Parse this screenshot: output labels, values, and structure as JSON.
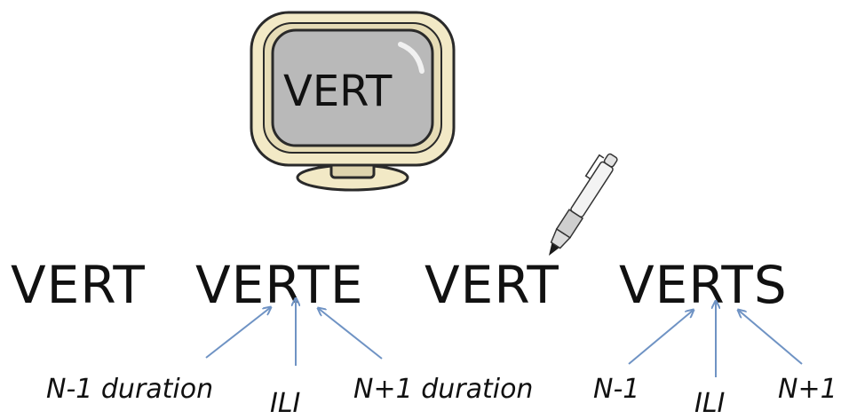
{
  "monitor": {
    "screen_text": "VERT",
    "colors": {
      "frame": "#f2e9c6",
      "screen": "#b9b9b9",
      "outline": "#2a2a2a"
    }
  },
  "pen": {
    "icon": "pen-icon"
  },
  "words": [
    {
      "text": "VERT"
    },
    {
      "text": "VERTE"
    },
    {
      "text": "VERT"
    },
    {
      "text": "VERTS"
    }
  ],
  "labels": [
    {
      "text": "N-1 duration"
    },
    {
      "text": "ILI"
    },
    {
      "text": "N+1 duration"
    },
    {
      "text": "N-1"
    },
    {
      "text": "ILI"
    },
    {
      "text": "N+1"
    }
  ],
  "arrow_color": "#6f93c4"
}
